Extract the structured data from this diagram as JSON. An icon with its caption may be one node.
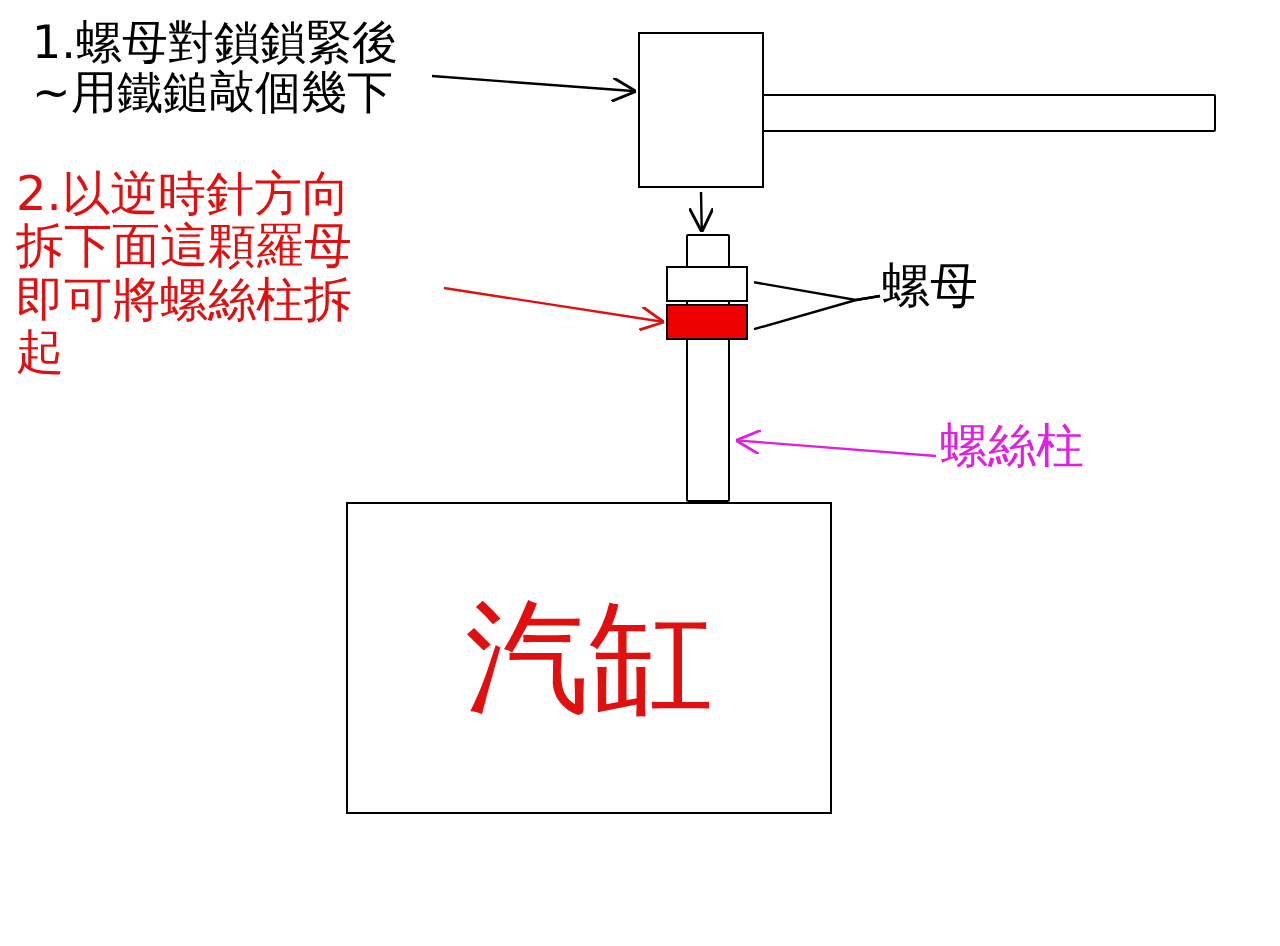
{
  "diagram": {
    "nodes": [
      {
        "text": [
          "1.螺母對鎖鎖緊後~用鐵鎚敲個幾下"
        ]
      },
      {
        "text": [],
        "shape": "box"
      },
      {
        "text": [],
        "shape": "bar"
      },
      {
        "text": [
          "2.以逆時針方向拆下面這顆羅母即可將螺絲柱拆起"
        ]
      },
      {
        "text": [],
        "shape": "bar"
      },
      {
        "text": [],
        "shape": "box"
      },
      {
        "text": [],
        "shape": "box"
      },
      {
        "text": [
          "螺母"
        ]
      },
      {
        "text": [
          "螺絲柱"
        ]
      },
      {
        "text": [
          "汽缸"
        ]
      }
    ],
    "edges": [
      {
        "from": 0,
        "to": 1,
        "arrow": "to"
      },
      {
        "from": 1,
        "to": 4,
        "arrow": "to"
      },
      {
        "from": 3,
        "to": 6,
        "arrow": "to",
        "color": "#e01010"
      },
      {
        "from": 7,
        "to": 5,
        "arrow": "none"
      },
      {
        "from": 7,
        "to": 6,
        "arrow": "none"
      },
      {
        "from": 8,
        "to": 4,
        "arrow": "to",
        "color": "#e020e0"
      }
    ]
  }
}
